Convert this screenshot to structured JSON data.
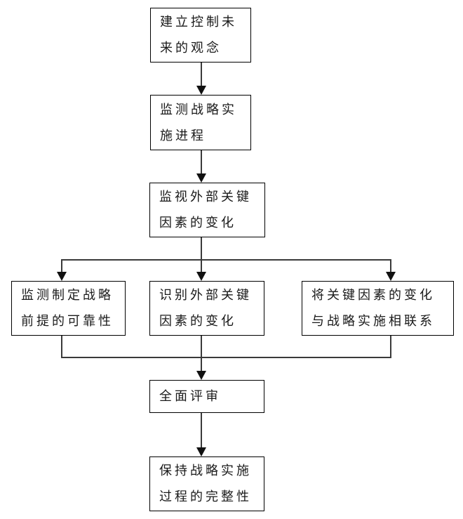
{
  "diagram": {
    "type": "flowchart",
    "boxes": [
      {
        "id": "establish-concept",
        "text": "建立控制未来的观念",
        "lines": [
          "建立控制未",
          "来的观念"
        ]
      },
      {
        "id": "monitor-implementation",
        "text": "监测战略实施进程",
        "lines": [
          "监测战略实",
          "施进程"
        ]
      },
      {
        "id": "watch-external-factors",
        "text": "监视外部关键因素的变化",
        "lines": [
          "监视外部关键",
          "因素的变化"
        ]
      },
      {
        "id": "monitor-premise-reliability",
        "text": "监测制定战略前提的可靠性",
        "lines": [
          "监测制定战略",
          "前提的可靠性"
        ]
      },
      {
        "id": "identify-external-changes",
        "text": "识别外部关键因素的变化",
        "lines": [
          "识别外部关键",
          "因素的变化"
        ]
      },
      {
        "id": "link-changes-to-implementation",
        "text": "将关键因素的变化与战略实施相联系",
        "lines": [
          "将关键因素的变化",
          "与战略实施相联系"
        ]
      },
      {
        "id": "comprehensive-review",
        "text": "全面评审",
        "lines": [
          "全面评审"
        ]
      },
      {
        "id": "maintain-integrity",
        "text": "保持战略实施过程的完整性",
        "lines": [
          "保持战略实施",
          "过程的完整性"
        ]
      }
    ],
    "edges": [
      {
        "from": "establish-concept",
        "to": "monitor-implementation"
      },
      {
        "from": "monitor-implementation",
        "to": "watch-external-factors"
      },
      {
        "from": "watch-external-factors",
        "to": "monitor-premise-reliability"
      },
      {
        "from": "watch-external-factors",
        "to": "identify-external-changes"
      },
      {
        "from": "watch-external-factors",
        "to": "link-changes-to-implementation"
      },
      {
        "from": "monitor-premise-reliability",
        "to": "comprehensive-review"
      },
      {
        "from": "identify-external-changes",
        "to": "comprehensive-review"
      },
      {
        "from": "link-changes-to-implementation",
        "to": "comprehensive-review"
      },
      {
        "from": "comprehensive-review",
        "to": "maintain-integrity"
      }
    ],
    "colors": {
      "background": "#ffffff",
      "box_border": "#000000",
      "connector_line": "#3a3a3a",
      "arrowhead": "#111111",
      "text": "#1a1a1a"
    }
  }
}
